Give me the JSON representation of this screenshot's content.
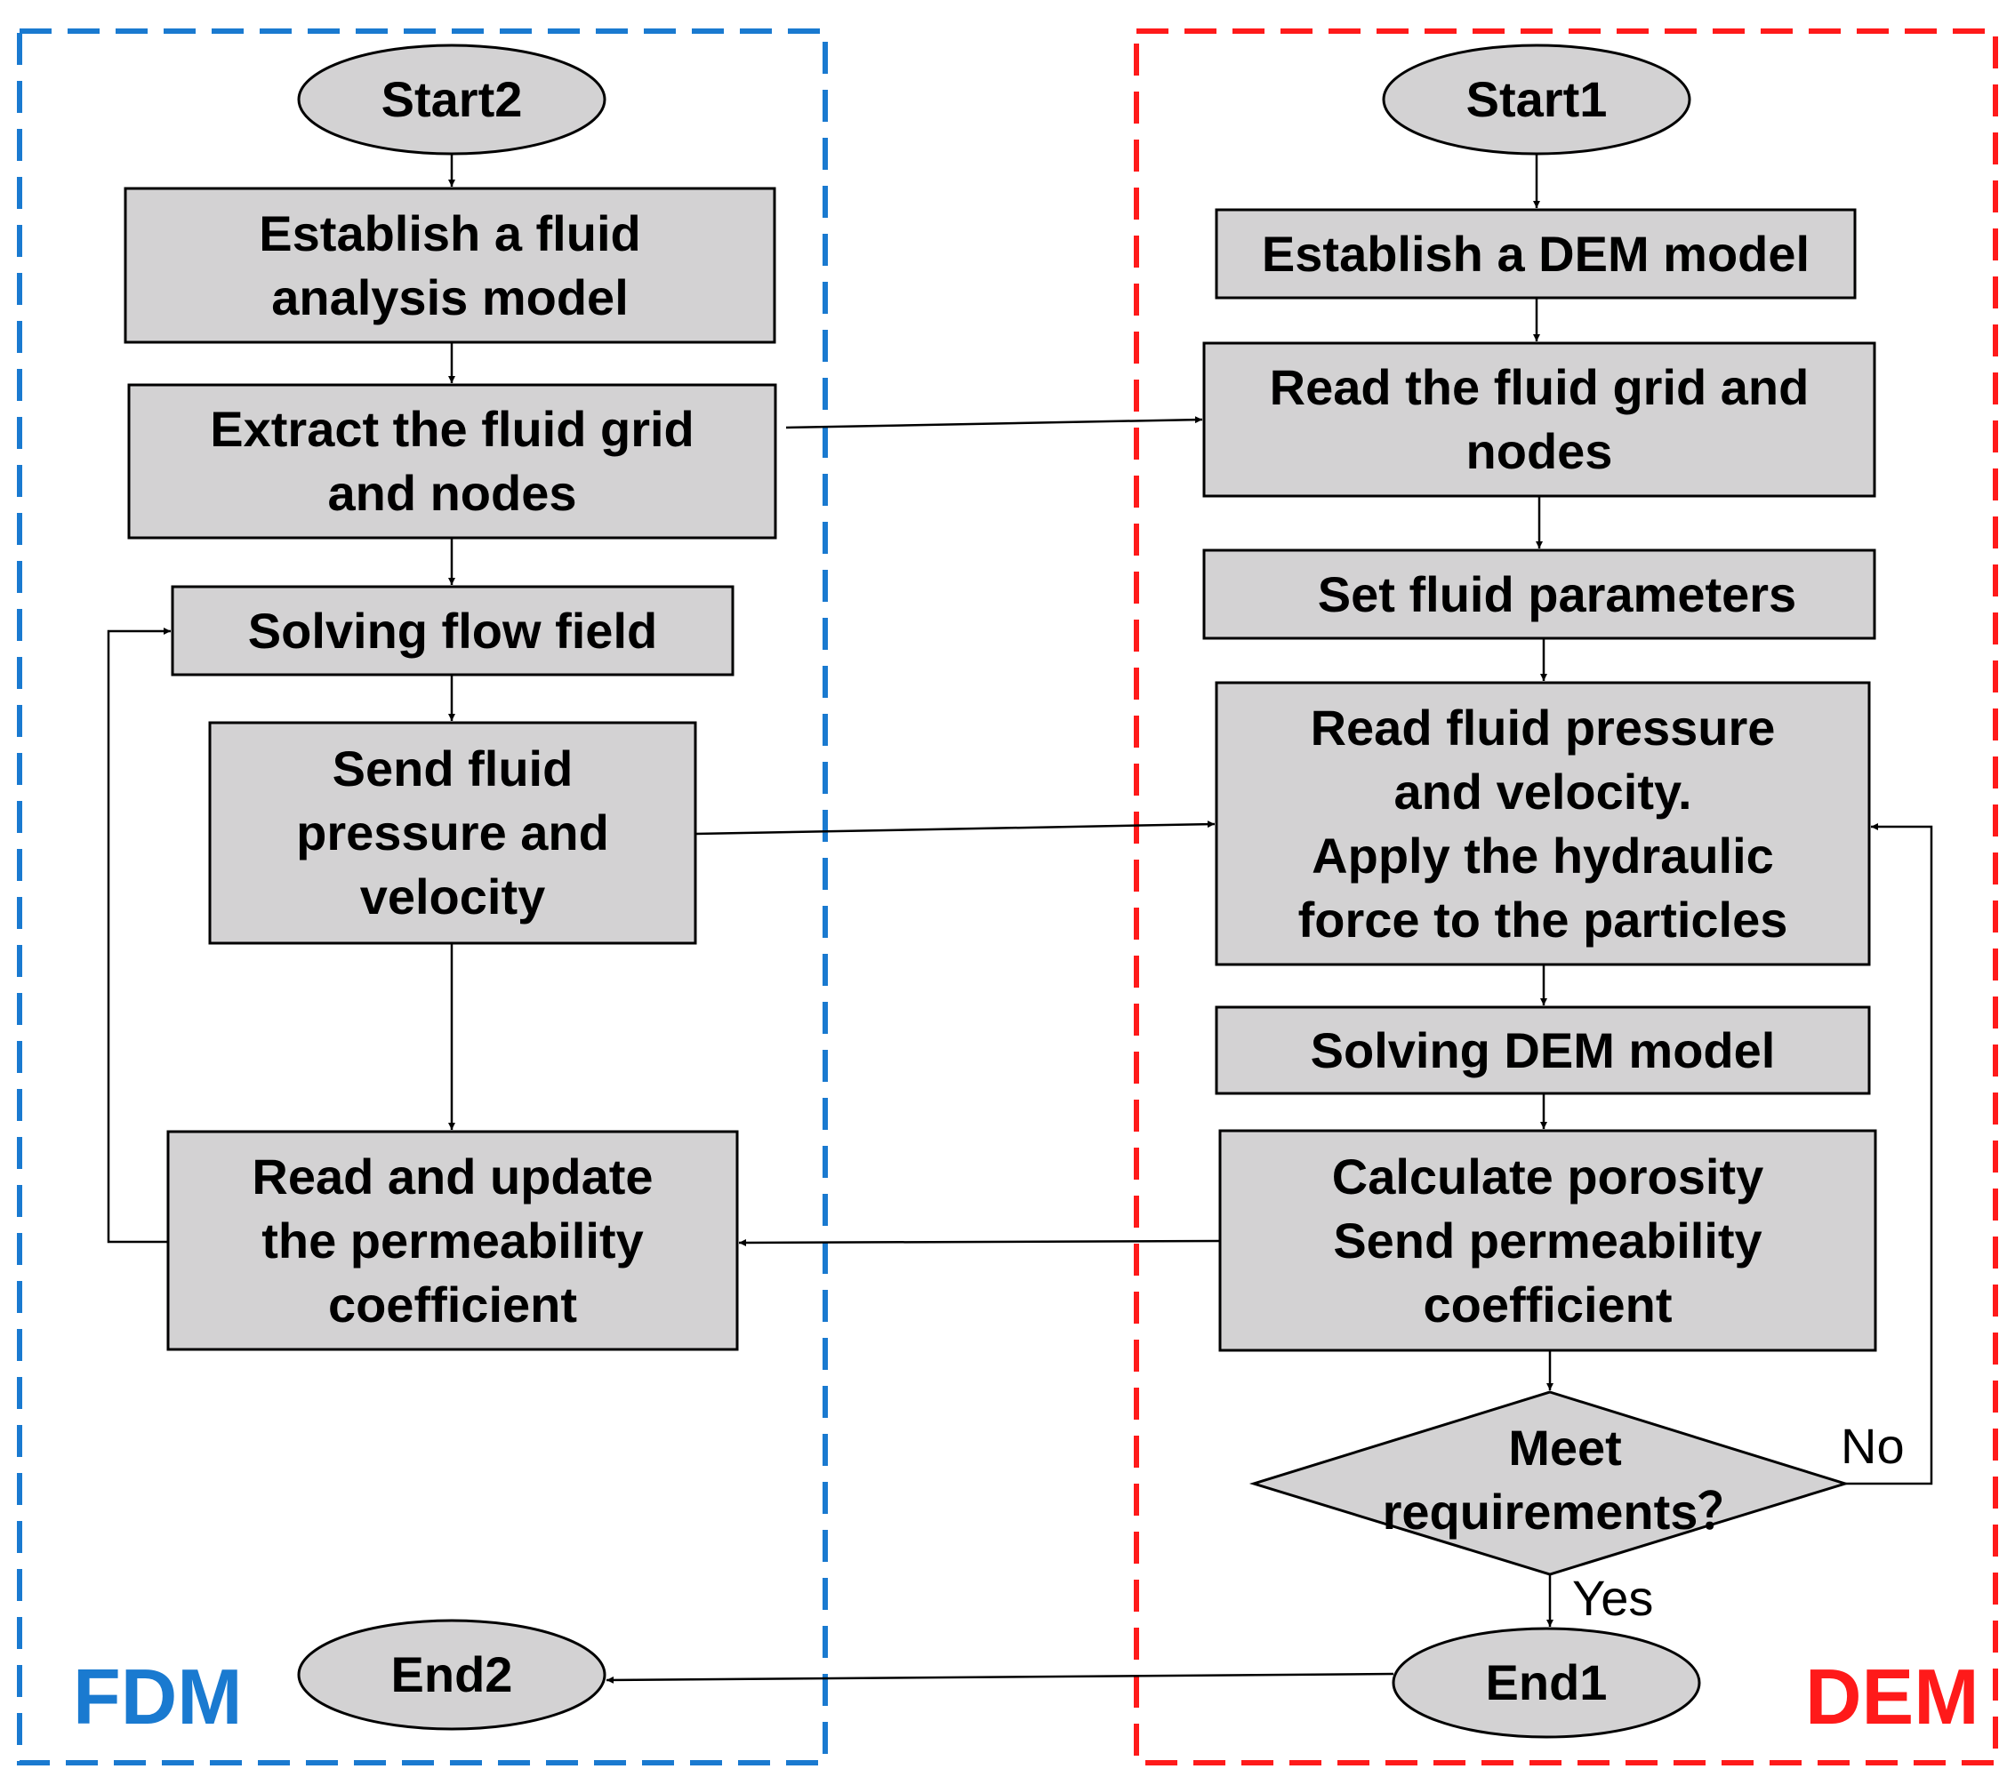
{
  "regions": {
    "fdm": {
      "label": "FDM",
      "color": "#1a7ad0"
    },
    "dem": {
      "label": "DEM",
      "color": "#ff1a1a"
    }
  },
  "fdm_nodes": {
    "start2": "Start2",
    "establish_fluid": "Establish  a fluid\nanalysis model",
    "extract_grid": "Extract the fluid grid\nand nodes",
    "solving_flow": "Solving flow field",
    "send_pressure": "Send fluid\npressure and\nvelocity",
    "read_update": "Read and update\nthe permeability\ncoefficient",
    "end2": "End2"
  },
  "dem_nodes": {
    "start1": "Start1",
    "establish_dem": "Establish  a DEM model",
    "read_grid": "Read the fluid grid and\nnodes",
    "set_params": "Set fluid parameters",
    "read_pressure": "Read fluid pressure\nand velocity.\nApply the hydraulic\nforce to the particles",
    "solving_dem": "Solving DEM model",
    "calc_porosity": "Calculate porosity\nSend permeability\ncoefficient",
    "decision": "Meet\nrequirements？",
    "end1": "End1"
  },
  "edge_labels": {
    "no": "No",
    "yes": "Yes"
  },
  "colors": {
    "box_fill": "#d3d2d3",
    "stroke": "#000000"
  }
}
